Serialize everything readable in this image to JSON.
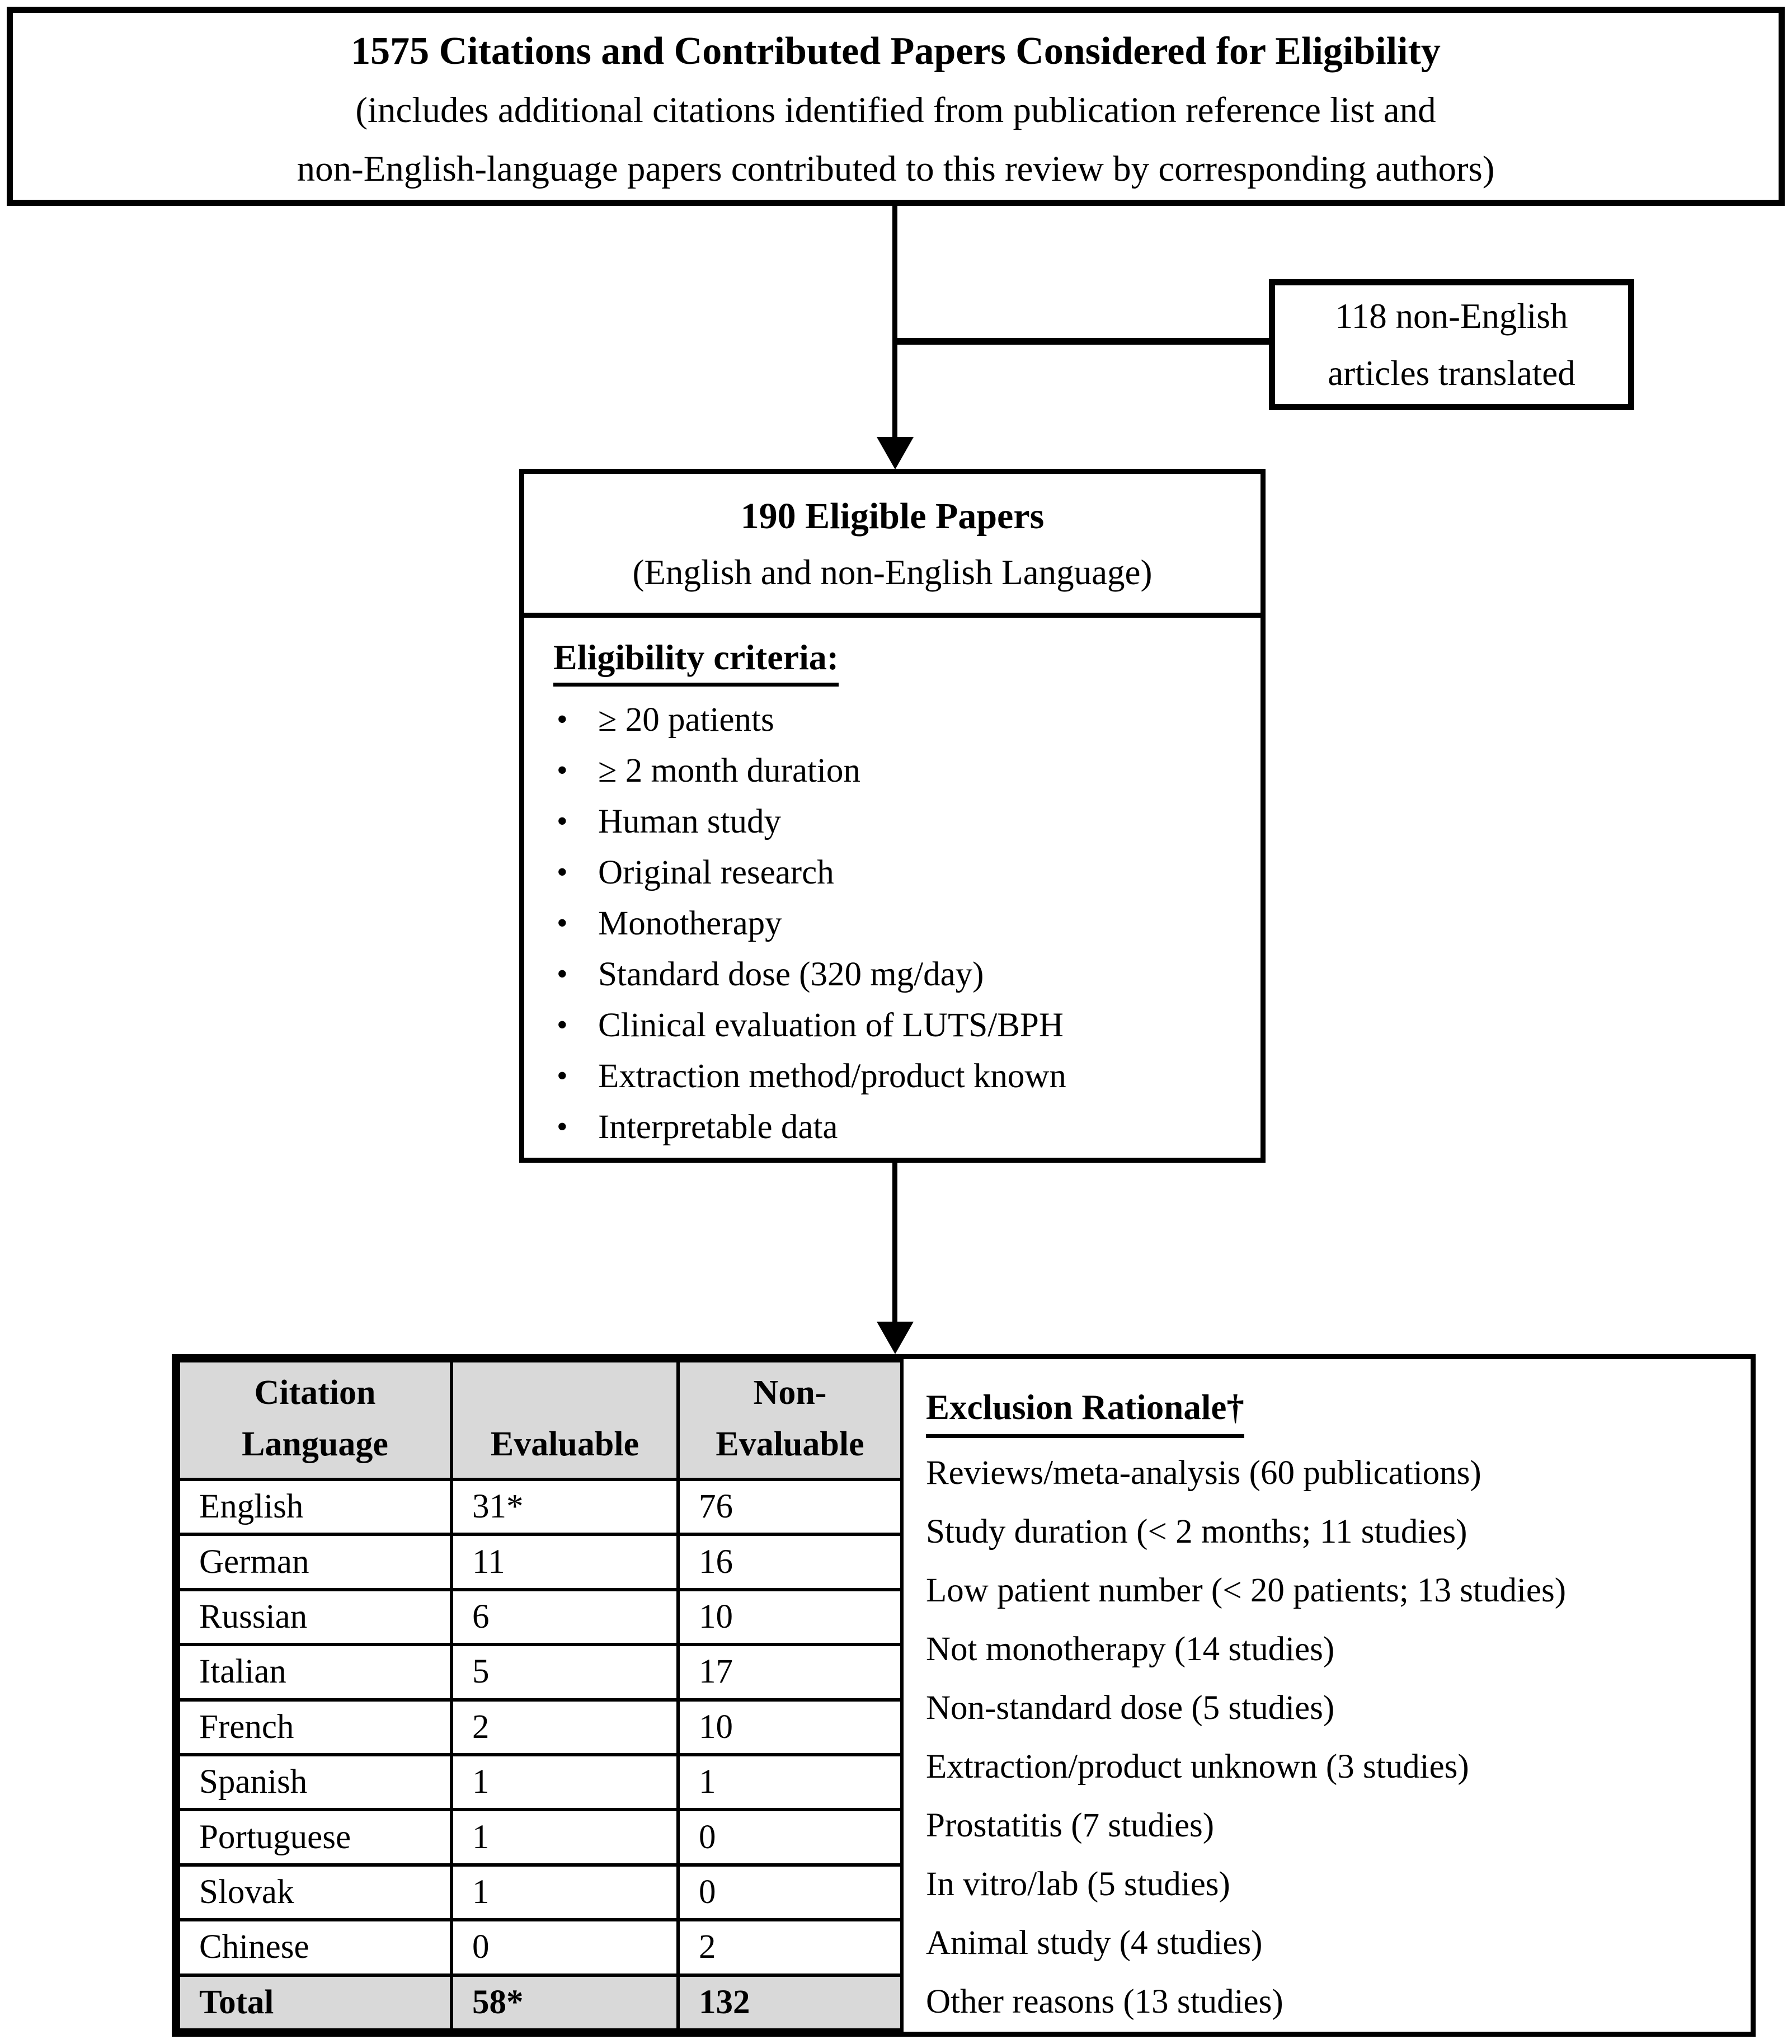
{
  "flowchart": {
    "top_box": {
      "title": "1575 Citations and Contributed Papers Considered for Eligibility",
      "subtitle_line1": "(includes additional citations identified from publication reference list and",
      "subtitle_line2": "non-English-language papers contributed to this review by corresponding authors)"
    },
    "side_box": {
      "line1": "118 non-English",
      "line2": "articles translated"
    },
    "eligible_box": {
      "title": "190 Eligible Papers",
      "subtitle": "(English and non-English Language)",
      "criteria_heading": "Eligibility criteria:",
      "criteria": [
        "≥ 20 patients",
        "≥ 2 month duration",
        "Human study",
        "Original research",
        "Monotherapy",
        "Standard dose (320 mg/day)",
        "Clinical evaluation of LUTS/BPH",
        "Extraction method/product known",
        "Interpretable data"
      ]
    },
    "results_table": {
      "headers": {
        "language": "Citation\nLanguage",
        "evaluable": "Evaluable",
        "non_evaluable": "Non-\nEvaluable"
      },
      "rows": [
        {
          "language": "English",
          "evaluable": "31*",
          "non_evaluable": "76"
        },
        {
          "language": "German",
          "evaluable": "11",
          "non_evaluable": "16"
        },
        {
          "language": "Russian",
          "evaluable": "6",
          "non_evaluable": "10"
        },
        {
          "language": "Italian",
          "evaluable": "5",
          "non_evaluable": "17"
        },
        {
          "language": "French",
          "evaluable": "2",
          "non_evaluable": "10"
        },
        {
          "language": "Spanish",
          "evaluable": "1",
          "non_evaluable": "1"
        },
        {
          "language": "Portuguese",
          "evaluable": "1",
          "non_evaluable": "0"
        },
        {
          "language": "Slovak",
          "evaluable": "1",
          "non_evaluable": "0"
        },
        {
          "language": "Chinese",
          "evaluable": "0",
          "non_evaluable": "2"
        }
      ],
      "total_row": {
        "language": "Total",
        "evaluable": "58*",
        "non_evaluable": "132"
      }
    },
    "exclusion": {
      "heading": "Exclusion Rationale†",
      "items": [
        "Reviews/meta-analysis (60 publications)",
        "Study duration (< 2 months; 11 studies)",
        "Low patient number (< 20 patients; 13 studies)",
        "Not monotherapy (14 studies)",
        "Non-standard dose (5 studies)",
        "Extraction/product unknown (3 studies)",
        "Prostatitis (7 studies)",
        "In vitro/lab (5 studies)",
        "Animal study (4 studies)",
        "Other reasons (13 studies)"
      ]
    },
    "colors": {
      "header_bg": "#d9d9d9",
      "border": "#000000"
    }
  }
}
